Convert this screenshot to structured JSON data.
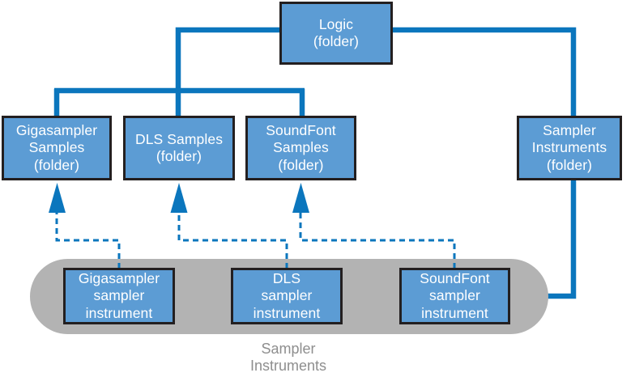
{
  "colors": {
    "connector_blue": "#0b76bd",
    "node_fill_blue": "#5c9cd4",
    "node_border": "#231f20",
    "node_text": "#ffffff",
    "group_pill_gray": "#b3b3b3",
    "caption_gray": "#8e8e8e",
    "background": "#ffffff"
  },
  "nodes": {
    "logic_folder": {
      "label": "Logic\n(folder)"
    },
    "gigasampler_samples_folder": {
      "label": "Gigasampler\nSamples\n(folder)"
    },
    "dls_samples_folder": {
      "label": "DLS Samples\n(folder)"
    },
    "soundfont_samples_folder": {
      "label": "SoundFont\nSamples\n(folder)"
    },
    "sampler_instruments_folder": {
      "label": "Sampler\nInstruments\n(folder)"
    },
    "gigasampler_sampler_instrument": {
      "label": "Gigasampler\nsampler\ninstrument"
    },
    "dls_sampler_instrument": {
      "label": "DLS\nsampler\ninstrument"
    },
    "soundfont_sampler_instrument": {
      "label": "SoundFont\nsampler\ninstrument"
    }
  },
  "group_caption": {
    "label": "Sampler\nInstruments"
  }
}
